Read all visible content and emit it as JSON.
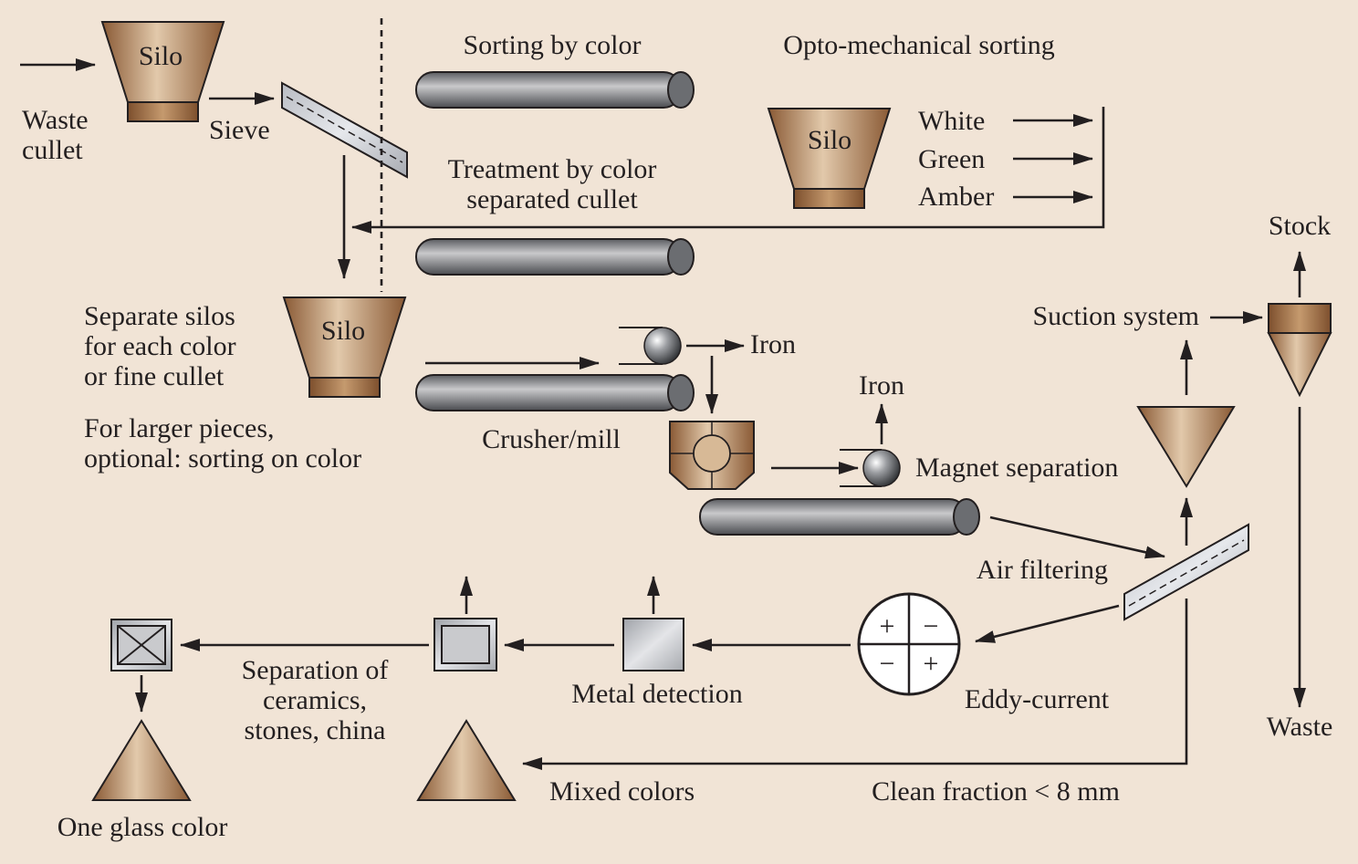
{
  "labels": {
    "waste_cullet_1": "Waste",
    "waste_cullet_2": "cullet",
    "silo_top": "Silo",
    "sieve": "Sieve",
    "sorting_by_color": "Sorting by color",
    "opto_mechanical": "Opto-mechanical sorting",
    "silo_opto": "Silo",
    "white": "White",
    "green": "Green",
    "amber": "Amber",
    "treatment_1": "Treatment by color",
    "treatment_2": "separated cullet",
    "stock": "Stock",
    "separate_silos_1": "Separate silos",
    "separate_silos_2": "for each color",
    "separate_silos_3": "or fine cullet",
    "silo_mid": "Silo",
    "larger_pieces_1": "For larger pieces,",
    "larger_pieces_2": "optional: sorting on color",
    "iron_1": "Iron",
    "crusher_mill": "Crusher/mill",
    "iron_2": "Iron",
    "magnet_separation": "Magnet separation",
    "suction_system": "Suction system",
    "air_filtering": "Air filtering",
    "separation_1": "Separation of",
    "separation_2": "ceramics,",
    "separation_3": "stones, china",
    "metal_detection": "Metal detection",
    "eddy_current": "Eddy-current",
    "waste": "Waste",
    "one_glass_color": "One glass color",
    "mixed_colors": "Mixed colors",
    "clean_fraction": "Clean fraction < 8 mm",
    "plus": "+",
    "minus": "−"
  },
  "colors": {
    "background": "#f1e4d6",
    "silo_light": "#e2c9ab",
    "silo_dark": "#8a5a35",
    "roller_light": "#c9c9cb",
    "roller_dark": "#55575b",
    "ink": "#231f20"
  }
}
